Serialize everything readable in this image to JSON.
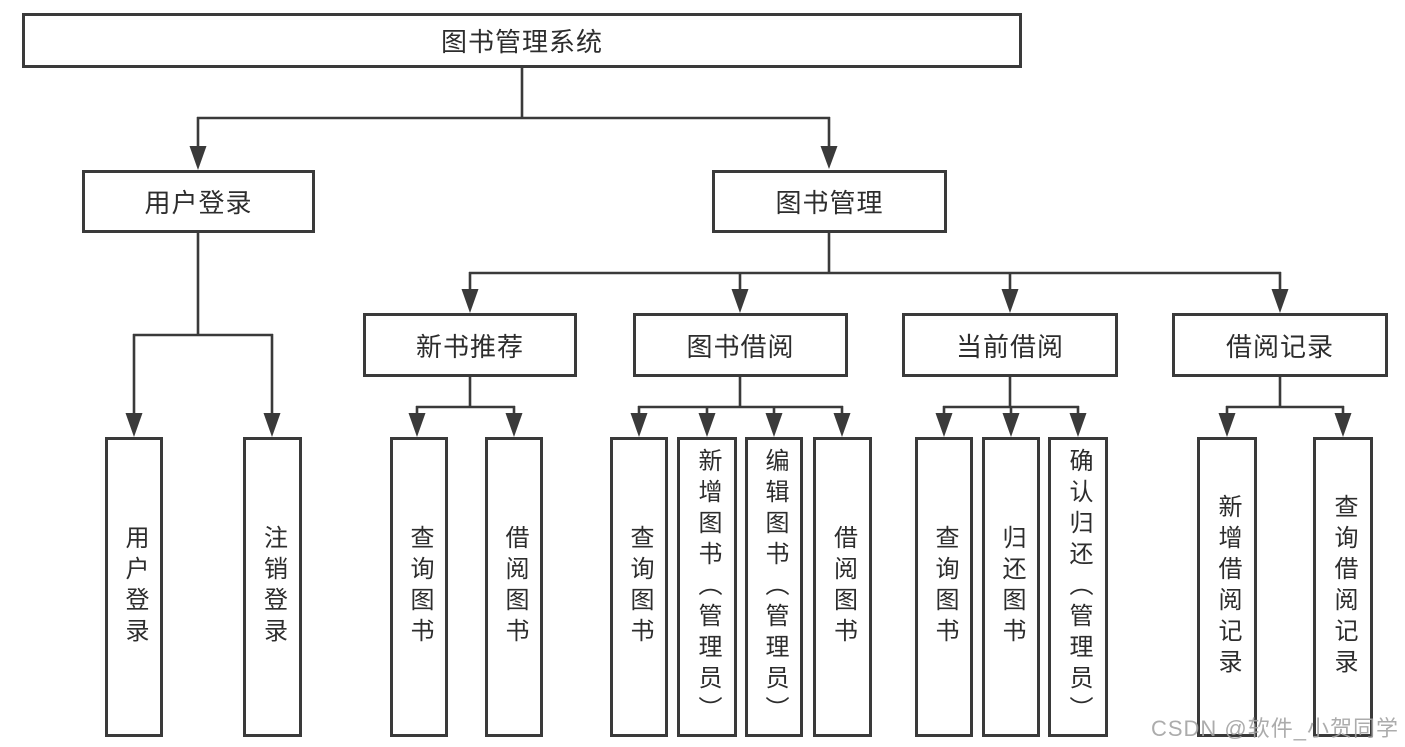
{
  "diagram": {
    "root": {
      "label": "图书管理系统"
    },
    "branches": [
      {
        "label": "用户登录",
        "children": [
          {
            "label": "用户登录"
          },
          {
            "label": "注销登录"
          }
        ]
      },
      {
        "label": "图书管理",
        "groups": [
          {
            "label": "新书推荐",
            "children": [
              {
                "label": "查询图书"
              },
              {
                "label": "借阅图书"
              }
            ]
          },
          {
            "label": "图书借阅",
            "children": [
              {
                "label": "查询图书"
              },
              {
                "label": "新增图书（管理员）"
              },
              {
                "label": "编辑图书（管理员）"
              },
              {
                "label": "借阅图书"
              }
            ]
          },
          {
            "label": "当前借阅",
            "children": [
              {
                "label": "查询图书"
              },
              {
                "label": "归还图书"
              },
              {
                "label": "确认归还（管理员）"
              }
            ]
          },
          {
            "label": "借阅记录",
            "children": [
              {
                "label": "新增借阅记录"
              },
              {
                "label": "查询借阅记录"
              }
            ]
          }
        ]
      }
    ],
    "watermark": "CSDN @软件_小贺同学"
  },
  "colors": {
    "line": "#3a3a3a",
    "text": "#2d2d2d",
    "background": "#ffffff",
    "watermark": "#a3a3a3"
  }
}
